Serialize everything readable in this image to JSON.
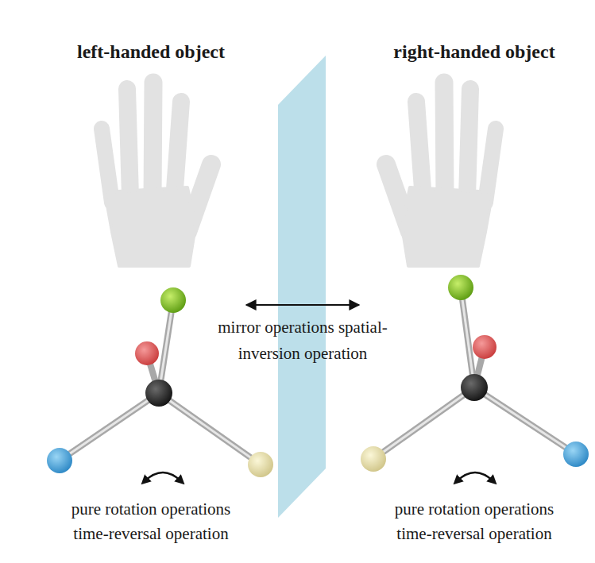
{
  "diagram": {
    "nodes": [
      {
        "text": [
          "left-handed object",
          "pure rotation operations time-reversal operation"
        ]
      },
      {
        "text": [
          "right-handed object",
          "pure rotation operations time-reversal operation"
        ]
      }
    ],
    "edges": [
      {
        "from": 0,
        "to": 1,
        "arrow": "both",
        "label": "mirror operations spatial-inversion operation"
      }
    ]
  }
}
